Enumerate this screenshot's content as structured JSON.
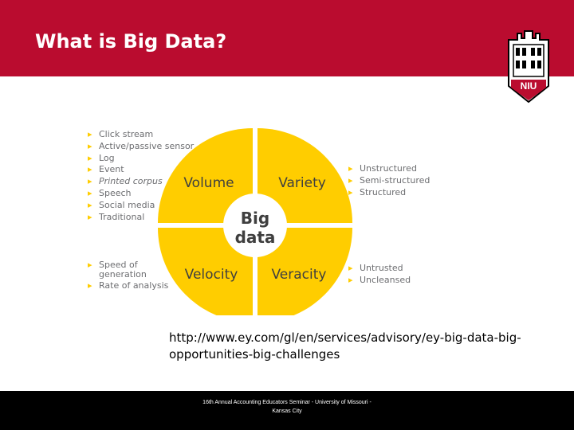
{
  "slide": {
    "title": "What is Big Data?",
    "url": "http://www.ey.com/gl/en/services/advisory/ey-big-data-big-opportunities-big-challenges",
    "footer": "16th Annual Accounting Educators Seminar - University of Missouri - Kansas City"
  },
  "logo": {
    "text": "NIU"
  },
  "diagram": {
    "center": [
      "Big",
      "data"
    ],
    "quadrants": {
      "volume": "Volume",
      "variety": "Variety",
      "velocity": "Velocity",
      "veracity": "Veracity"
    },
    "volume_items": [
      "Click stream",
      "Active/passive sensor",
      "Log",
      "Event",
      "Printed corpus",
      "Speech",
      "Social media",
      "Traditional"
    ],
    "variety_items": [
      "Unstructured",
      "Semi-structured",
      "Structured"
    ],
    "velocity_items": [
      "Speed of",
      "generation",
      "Rate of analysis"
    ],
    "veracity_items": [
      "Untrusted",
      "Uncleansed"
    ]
  },
  "colors": {
    "header": "#ba0c2f",
    "quadrant": "#ffcd00",
    "footer": "#000000",
    "list_text": "#6d6e71"
  }
}
